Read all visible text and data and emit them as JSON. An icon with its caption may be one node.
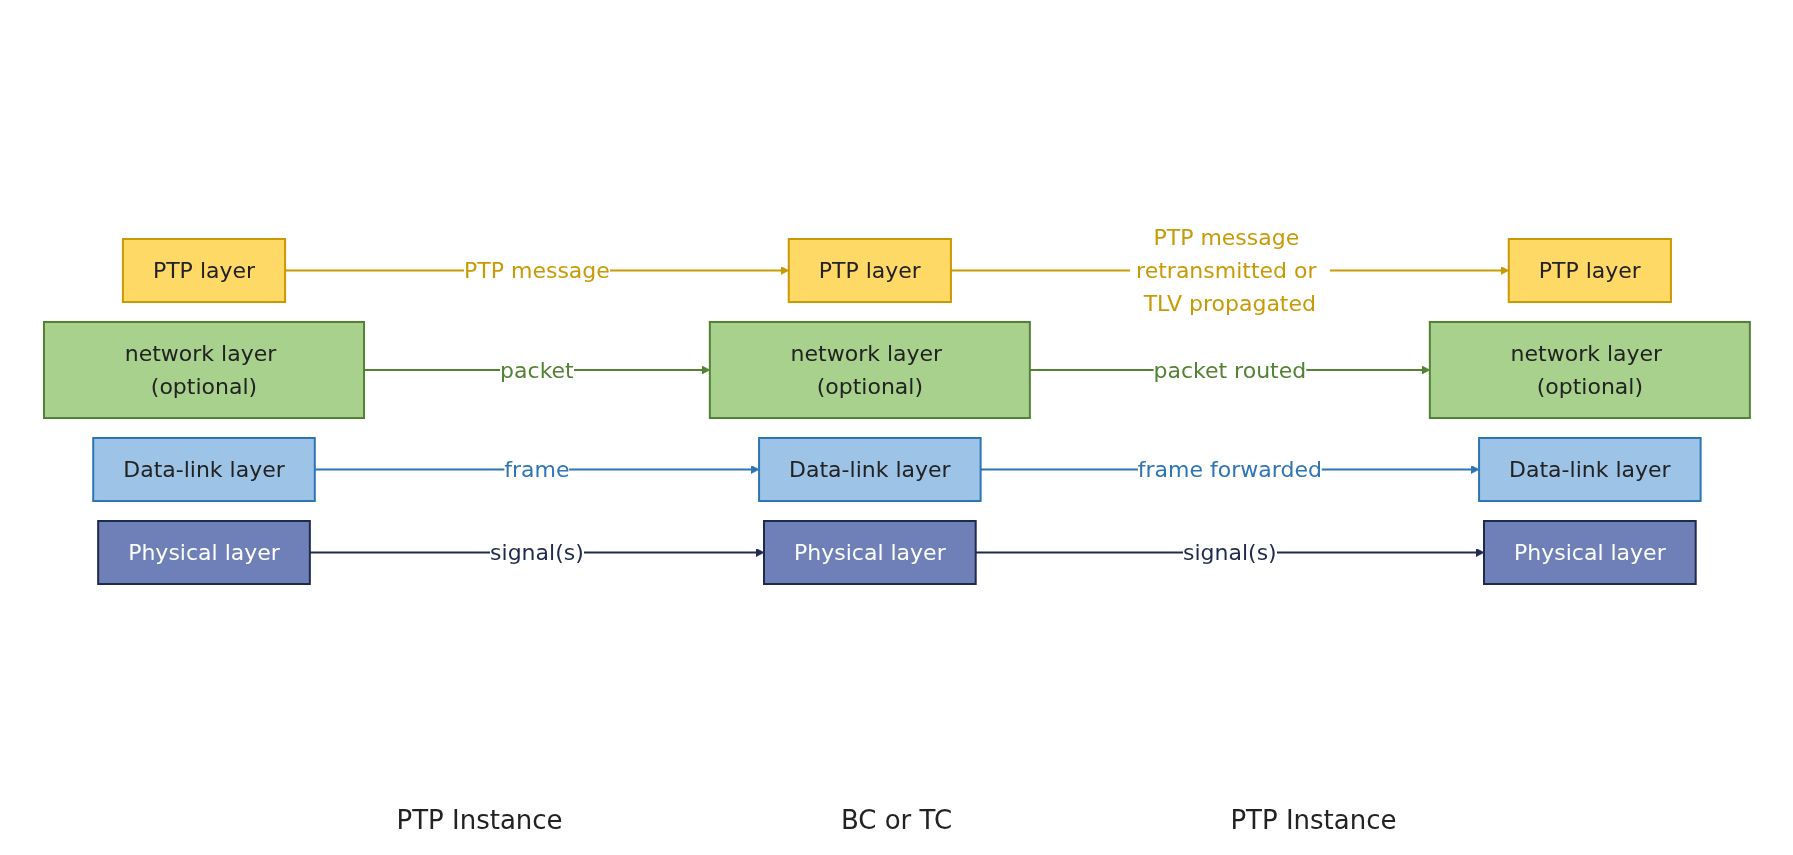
{
  "diagram": {
    "nodes": [
      {
        "text": [
          "PTP layer"
        ]
      },
      {
        "text": [
          "network layer (optional)"
        ]
      },
      {
        "text": [
          "Data-link layer"
        ]
      },
      {
        "text": [
          "Physical layer"
        ]
      },
      {
        "text": [
          "PTP layer"
        ]
      },
      {
        "text": [
          "network layer (optional)"
        ]
      },
      {
        "text": [
          "Data-link layer"
        ]
      },
      {
        "text": [
          "Physical layer"
        ]
      },
      {
        "text": [
          "PTP layer"
        ]
      },
      {
        "text": [
          "network layer (optional)"
        ]
      },
      {
        "text": [
          "Data-link layer"
        ]
      },
      {
        "text": [
          "Physical layer"
        ]
      }
    ],
    "edges": [
      {
        "from": 0,
        "to": 4,
        "arrow": "to",
        "label": "PTP message",
        "color": "#c99a06"
      },
      {
        "from": 4,
        "to": 8,
        "arrow": "to",
        "label": "PTP message retransmitted or TLV propagated",
        "color": "#c99a06"
      },
      {
        "from": 1,
        "to": 5,
        "arrow": "to",
        "label": "packet",
        "color": "#548235"
      },
      {
        "from": 5,
        "to": 9,
        "arrow": "to",
        "label": "packet routed",
        "color": "#548235"
      },
      {
        "from": 2,
        "to": 6,
        "arrow": "to",
        "label": "frame",
        "color": "#2e75b6"
      },
      {
        "from": 6,
        "to": 10,
        "arrow": "to",
        "label": "frame forwarded",
        "color": "#2e75b6"
      },
      {
        "from": 3,
        "to": 7,
        "arrow": "to",
        "label": "signal(s)",
        "color": "#1f2b4d"
      },
      {
        "from": 7,
        "to": 11,
        "arrow": "to",
        "label": "signal(s)",
        "color": "#1f2b4d"
      }
    ],
    "labels": [
      "PTP Instance",
      "BC or TC",
      "PTP Instance"
    ]
  }
}
